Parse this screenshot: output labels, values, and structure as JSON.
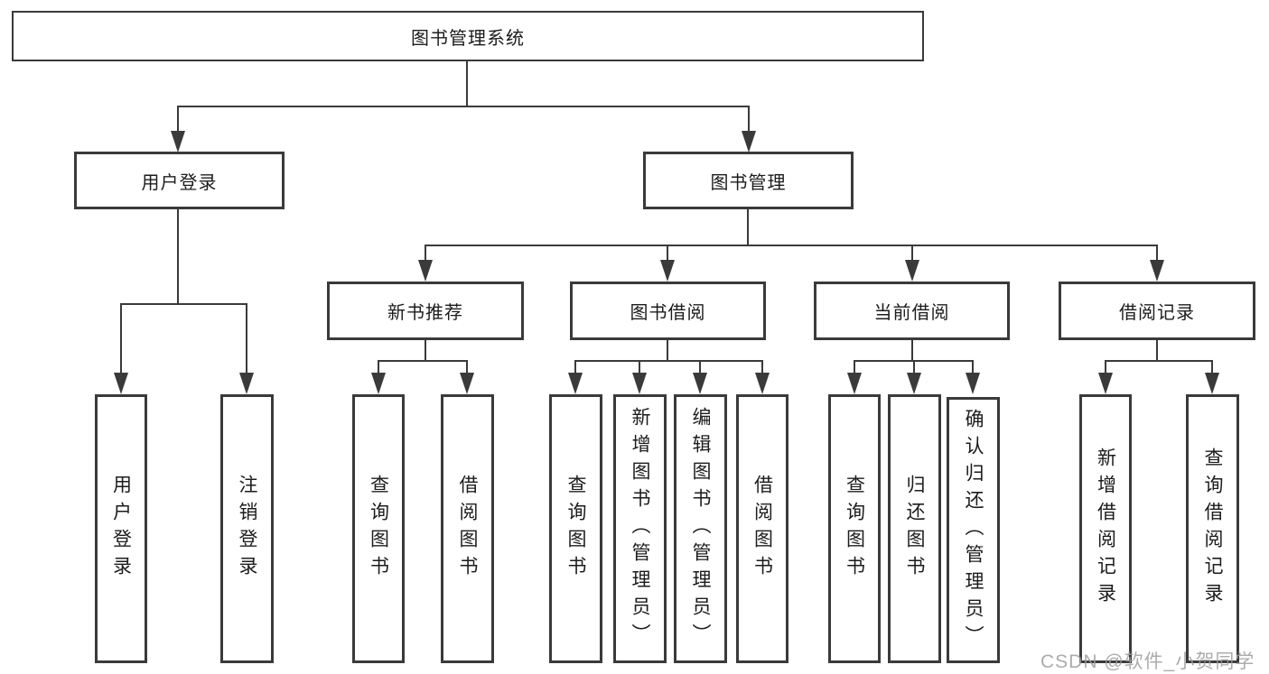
{
  "nodes": {
    "root": "图书管理系统",
    "user_login": "用户登录",
    "book_mgmt": "图书管理",
    "new_rec": "新书推荐",
    "book_borrow": "图书借阅",
    "current_borrow": "当前借阅",
    "borrow_records": "借阅记录",
    "leaf_user_login": "用户登录",
    "leaf_logout": "注销登录",
    "leaf_rec_query": "查询图书",
    "leaf_rec_borrow": "借阅图书",
    "leaf_bb_query": "查询图书",
    "leaf_bb_add": "新增图书（管理员）",
    "leaf_bb_edit": "编辑图书（管理员）",
    "leaf_bb_borrow": "借阅图书",
    "leaf_cb_query": "查询图书",
    "leaf_cb_return": "归还图书",
    "leaf_cb_confirm": "确认归还（管理员）",
    "leaf_br_add": "新增借阅记录",
    "leaf_br_query": "查询借阅记录"
  },
  "watermark": "CSDN @软件_小贺同学",
  "colors": {
    "line": "#3a3a3a",
    "text": "#1c1c1c",
    "watermark": "#9e9e9e"
  }
}
